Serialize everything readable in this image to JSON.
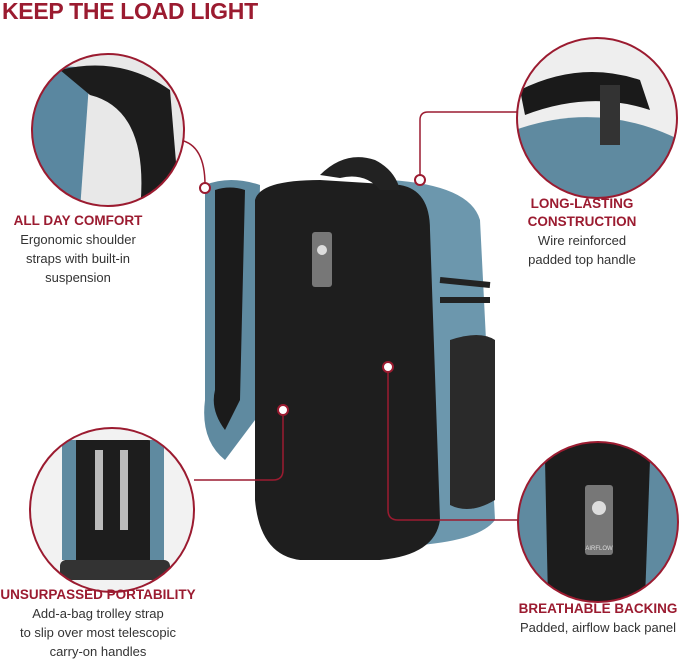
{
  "title": "KEEP THE LOAD LIGHT",
  "accent_color": "#9b1b30",
  "features": [
    {
      "heading": "ALL DAY COMFORT",
      "description": [
        "Ergonomic shoulder",
        "straps with built-in",
        "suspension"
      ]
    },
    {
      "heading": [
        "LONG-LASTING",
        "CONSTRUCTION"
      ],
      "description": [
        "Wire reinforced",
        "padded top handle"
      ]
    },
    {
      "heading": "UNSURPASSED PORTABILITY",
      "description": [
        "Add-a-bag trolley strap",
        "to slip over most telescopic",
        "carry-on handles"
      ]
    },
    {
      "heading": "BREATHABLE BACKING",
      "description": [
        "Padded, airflow  back panel"
      ]
    }
  ],
  "badge_text": "AIRFLOW"
}
